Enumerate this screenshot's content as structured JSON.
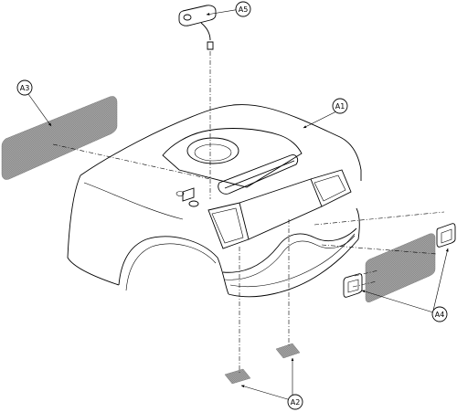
{
  "callouts": {
    "a1": "A1",
    "a2": "A2",
    "a3": "A3",
    "a4": "A4",
    "a5": "A5"
  },
  "colors": {
    "line": "#000000",
    "hatch": "#8a8a8a",
    "background": "#ffffff"
  }
}
